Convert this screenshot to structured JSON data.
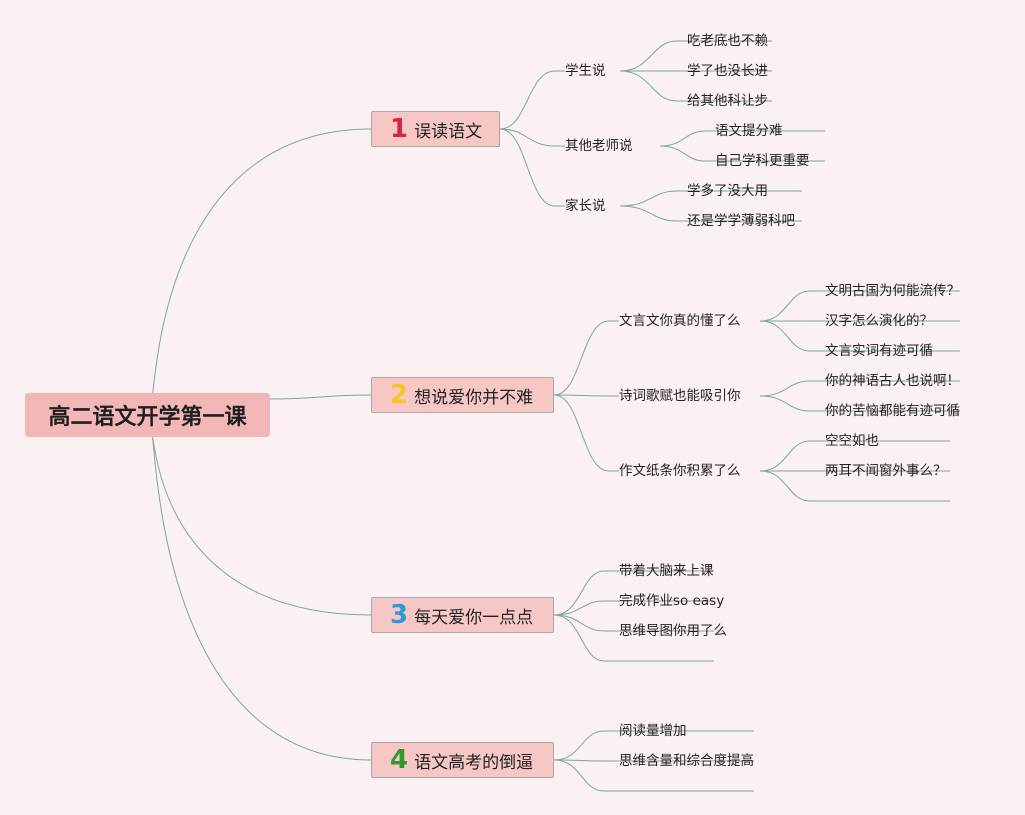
{
  "root": {
    "label": "高二语文开学第一课"
  },
  "branches": [
    {
      "number": "1",
      "number_color": "#d6263b",
      "label": "误读语文",
      "children": [
        {
          "label": "学生说",
          "leaves": [
            "吃老底也不赖",
            "学了也没长进",
            "给其他科让步"
          ]
        },
        {
          "label": "其他老师说",
          "leaves": [
            "语文提分难",
            "自己学科更重要"
          ]
        },
        {
          "label": "家长说",
          "leaves": [
            "学多了没大用",
            "还是学学薄弱科吧"
          ]
        }
      ]
    },
    {
      "number": "2",
      "number_color": "#f3c629",
      "label": "想说爱你并不难",
      "children": [
        {
          "label": "文言文你真的懂了么",
          "leaves": [
            "文明古国为何能流传？",
            "汉字怎么演化的？",
            "文言实词有迹可循"
          ]
        },
        {
          "label": "诗词歌赋也能吸引你",
          "leaves": [
            "你的神语古人也说啊！",
            "你的苦恼都能有迹可循"
          ]
        },
        {
          "label": "作文纸条你积累了么",
          "leaves": [
            "空空如也",
            "两耳不闻窗外事么？",
            ""
          ]
        }
      ]
    },
    {
      "number": "3",
      "number_color": "#2b9ad6",
      "label": "每天爱你一点点",
      "children": [
        {
          "label": "带着大脑来上课",
          "leaves": []
        },
        {
          "label": "完成作业so easy",
          "leaves": []
        },
        {
          "label": "思维导图你用了么",
          "leaves": []
        },
        {
          "label": "",
          "leaves": []
        }
      ]
    },
    {
      "number": "4",
      "number_color": "#2e9a2e",
      "label": "语文高考的倒逼",
      "children": [
        {
          "label": "阅读量增加",
          "leaves": []
        },
        {
          "label": "思维含量和综合度提高",
          "leaves": []
        },
        {
          "label": "",
          "leaves": []
        }
      ]
    }
  ]
}
